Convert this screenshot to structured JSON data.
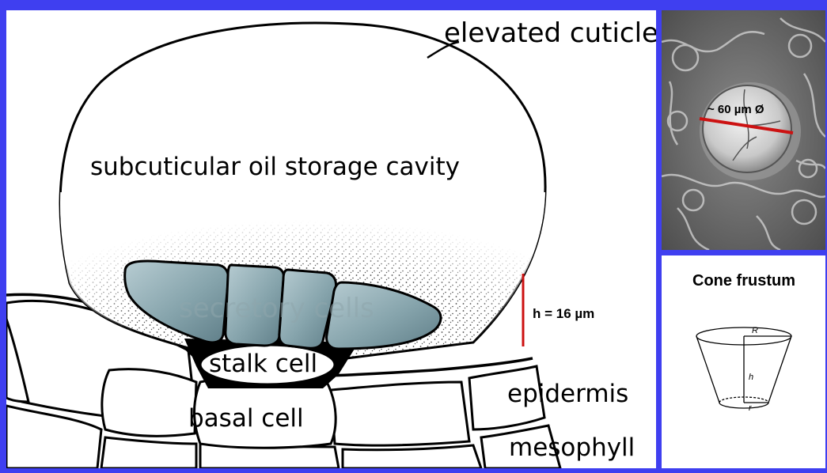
{
  "diagram": {
    "labels": {
      "elevated_cuticle": "elevated cuticle",
      "oil_cavity": "subcuticular oil storage cavity",
      "secretory_cells": "secretory cells",
      "stalk_cell": "stalk cell",
      "basal_cell": "basal cell",
      "epidermis": "epidermis",
      "mesophyll": "mesophyll",
      "height": "h = 16 µm"
    },
    "colors": {
      "frame": "#3f3ff0",
      "measure_line": "#cc1111",
      "secretory_fill": "#7f9ea6"
    }
  },
  "sem_image": {
    "diameter_label": "~ 60 µm Ø"
  },
  "frustum": {
    "title": "Cone frustum",
    "labels": {
      "R": "R",
      "h": "h",
      "r": "r"
    }
  }
}
